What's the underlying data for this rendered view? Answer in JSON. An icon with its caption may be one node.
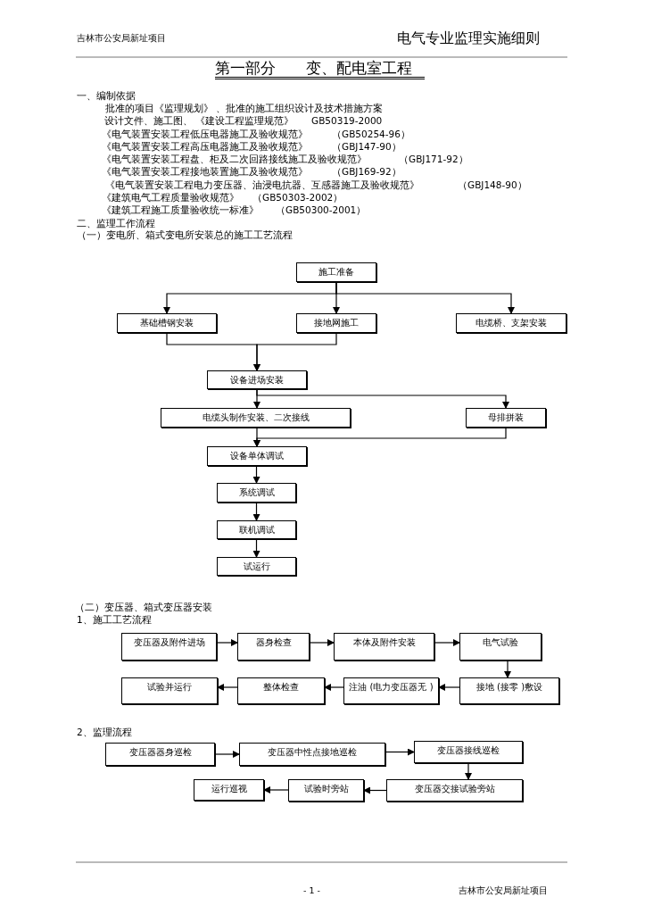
{
  "diagram": {
    "title": "第一部分　　变、配电室工程",
    "nodes": [
      {
        "text": [
          "施工准备"
        ]
      },
      {
        "text": [
          "基础槽钢安装"
        ]
      },
      {
        "text": [
          "接地网施工"
        ]
      },
      {
        "text": [
          "电缆桥、支架安装"
        ]
      },
      {
        "text": [
          "设备进场安装"
        ]
      },
      {
        "text": [
          "电缆头制作安装、二次接线"
        ]
      },
      {
        "text": [
          "母排拼装"
        ]
      },
      {
        "text": [
          "设备单体调试"
        ]
      },
      {
        "text": [
          "系统调试"
        ]
      },
      {
        "text": [
          "联机调试"
        ]
      },
      {
        "text": [
          "试运行"
        ]
      },
      {
        "text": [
          "变压器及附件进场"
        ]
      },
      {
        "text": [
          "器身检查"
        ]
      },
      {
        "text": [
          "本体及附件安装"
        ]
      },
      {
        "text": [
          "电气试验"
        ]
      },
      {
        "text": [
          "接地 (接零 )敷设"
        ]
      },
      {
        "text": [
          "注油 (电力变压器无 )"
        ]
      },
      {
        "text": [
          "整体检查"
        ]
      },
      {
        "text": [
          "试验并运行"
        ]
      },
      {
        "text": [
          "变压器器身巡检"
        ]
      },
      {
        "text": [
          "变压器中性点接地巡检"
        ]
      },
      {
        "text": [
          "变压器接线巡检"
        ]
      },
      {
        "text": [
          "变压器交接试验旁站"
        ]
      },
      {
        "text": [
          "试验时旁站"
        ]
      },
      {
        "text": [
          "运行巡视"
        ]
      }
    ],
    "edges": [
      {
        "from": 0,
        "to": 1,
        "arrow": "to"
      },
      {
        "from": 0,
        "to": 2,
        "arrow": "to"
      },
      {
        "from": 0,
        "to": 3,
        "arrow": "to"
      },
      {
        "from": 1,
        "to": 4,
        "arrow": "to"
      },
      {
        "from": 2,
        "to": 4,
        "arrow": "to"
      },
      {
        "from": 4,
        "to": 5,
        "arrow": "to"
      },
      {
        "from": 4,
        "to": 6,
        "arrow": "to"
      },
      {
        "from": 5,
        "to": 7,
        "arrow": "to"
      },
      {
        "from": 6,
        "to": 7,
        "arrow": "to"
      },
      {
        "from": 7,
        "to": 8,
        "arrow": "to"
      },
      {
        "from": 8,
        "to": 9,
        "arrow": "to"
      },
      {
        "from": 9,
        "to": 10,
        "arrow": "to"
      },
      {
        "from": 11,
        "to": 12,
        "arrow": "to"
      },
      {
        "from": 12,
        "to": 13,
        "arrow": "to"
      },
      {
        "from": 13,
        "to": 14,
        "arrow": "to"
      },
      {
        "from": 14,
        "to": 15,
        "arrow": "to"
      },
      {
        "from": 15,
        "to": 16,
        "arrow": "to"
      },
      {
        "from": 16,
        "to": 17,
        "arrow": "to"
      },
      {
        "from": 17,
        "to": 18,
        "arrow": "to"
      },
      {
        "from": 19,
        "to": 20,
        "arrow": "to"
      },
      {
        "from": 20,
        "to": 21,
        "arrow": "to"
      },
      {
        "from": 21,
        "to": 22,
        "arrow": "to"
      },
      {
        "from": 22,
        "to": 23,
        "arrow": "to"
      },
      {
        "from": 23,
        "to": 24,
        "arrow": "to"
      }
    ],
    "labels": [
      "吉林市公安局新址项目",
      "电气专业监理实施细则",
      "一、编制依据",
      "批准的项目《监理规划》 、批准的施工组织设计及技术措施方案",
      "设计文件、施工图、 《建设工程监理规范》",
      "GB50319-2000",
      "《电气装置安装工程低压电器施工及验收规范》",
      "（GB50254-96）",
      "《电气装置安装工程高压电器施工及验收规范》",
      "（GBJ147-90）",
      "《电气装置安装工程盘、柜及二次回路接线施工及验收规范》",
      "（GBJ171-92）",
      "《电气装置安装工程接地装置施工及验收规范》",
      "（GBJ169-92）",
      "《电气装置安装工程电力变压器、油浸电抗器、互感器施工及验收规范》",
      "（GBJ148-90）",
      "《建筑电气工程质量验收规范》",
      "（GB50303-2002）",
      "《建筑工程施工质量验收统一标准》",
      "（GB50300-2001）",
      "二、监理工作流程",
      "（一）变电所、箱式变电所安装总的施工工艺流程",
      "（二）变压器、箱式变压器安装",
      "1、施工工艺流程",
      "2、监理流程",
      "- 1 -",
      "吉林市公安局新址项目"
    ]
  }
}
